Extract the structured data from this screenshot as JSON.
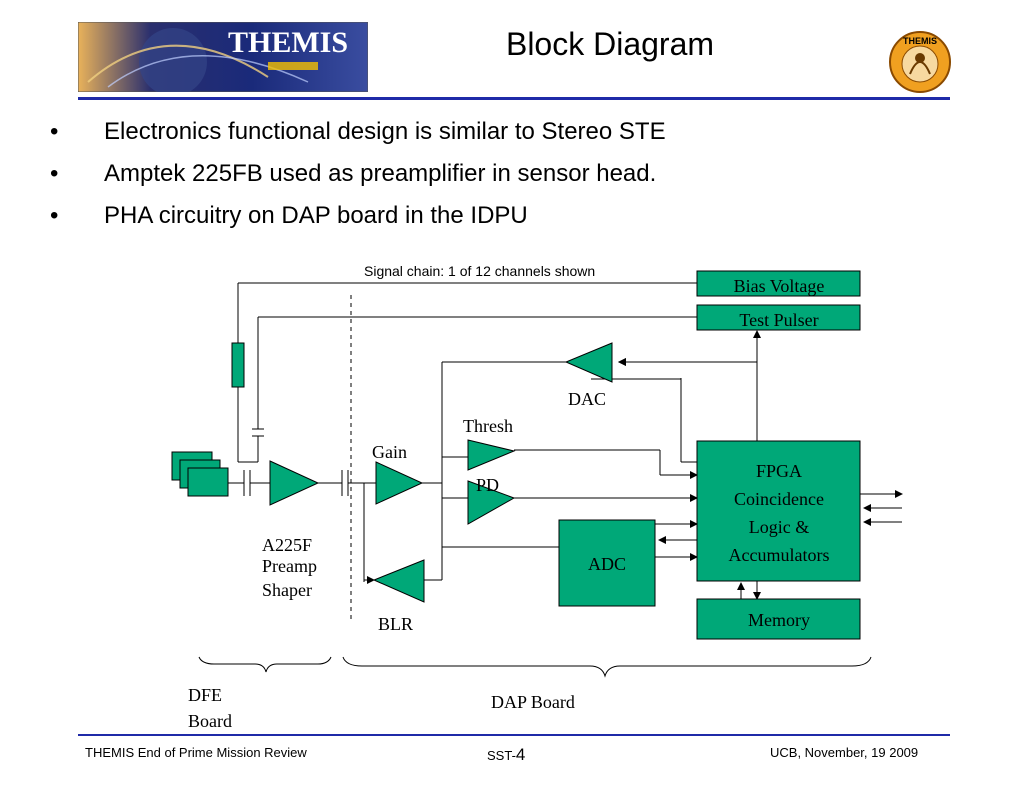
{
  "slide": {
    "title": "Block Diagram"
  },
  "logos": {
    "left_text": "THEMIS",
    "right_text": "THEMIS"
  },
  "bullets": [
    "Electronics functional design is similar to Stereo STE",
    "Amptek 225FB used as preamplifier in sensor head.",
    "PHA circuitry on DAP board in the IDPU"
  ],
  "bullet_marker": "•",
  "diagram": {
    "caption": "Signal chain:  1 of 12 channels shown",
    "blocks": {
      "bias_voltage": "Bias Voltage",
      "test_pulser": "Test Pulser",
      "fpga": [
        "FPGA",
        "Coincidence",
        "Logic &",
        "Accumulators"
      ],
      "adc": "ADC",
      "memory": "Memory"
    },
    "labels": {
      "dac": "DAC",
      "thresh": "Thresh",
      "gain": "Gain",
      "pd": "PD",
      "preamp": [
        "A225F",
        "Preamp",
        "Shaper"
      ],
      "blr": "BLR",
      "dfe_board": [
        "DFE",
        "Board"
      ],
      "dap_board": "DAP Board"
    },
    "colors": {
      "block_fill": "#00a878",
      "line": "#000000",
      "rule": "#1f2aa8"
    }
  },
  "footer": {
    "left": "THEMIS End of Prime Mission Review",
    "center_prefix": "SST-",
    "center_number": "4",
    "right": "UCB, November, 19 2009"
  }
}
